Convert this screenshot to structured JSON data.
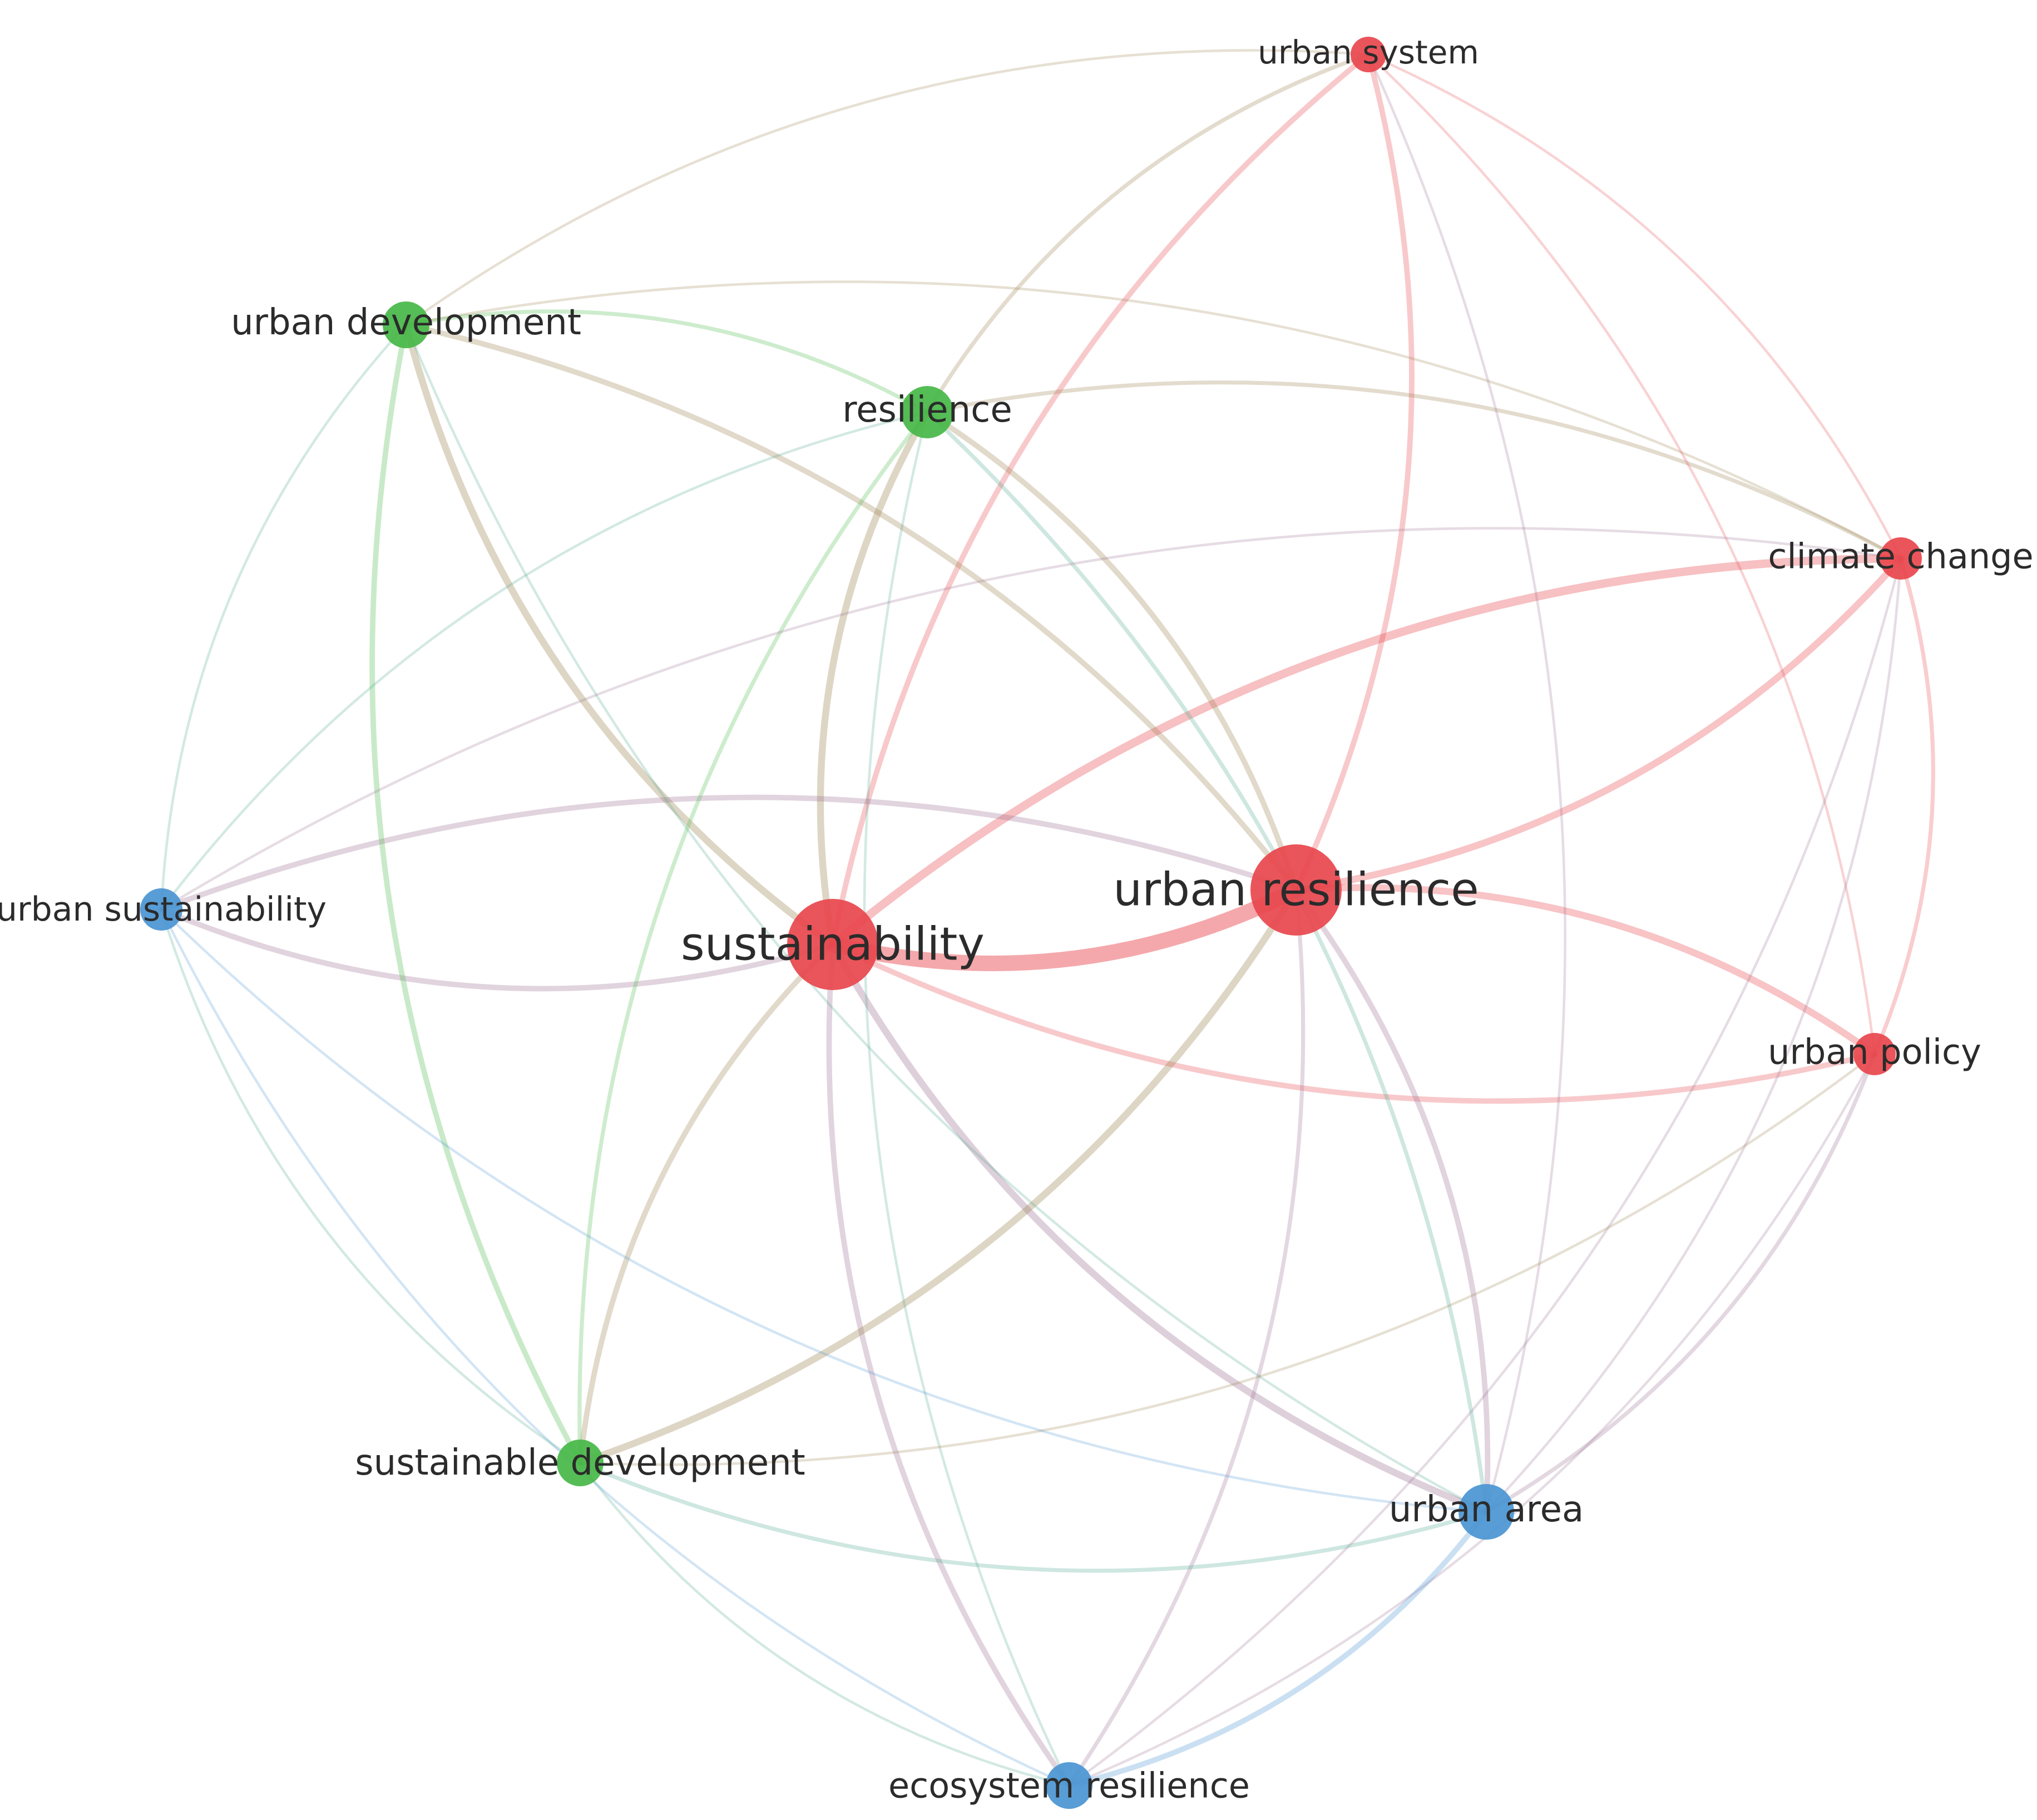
{
  "network": {
    "clusters": {
      "red": "#e8474d",
      "green": "#47b747",
      "blue": "#4a95d3"
    },
    "nodes": [
      {
        "id": "urban_system",
        "label": "urban system",
        "cluster": "red",
        "weight": 1
      },
      {
        "id": "urban_development",
        "label": "urban development",
        "cluster": "green",
        "weight": 2
      },
      {
        "id": "resilience",
        "label": "resilience",
        "cluster": "green",
        "weight": 2.5
      },
      {
        "id": "climate_change",
        "label": "climate change",
        "cluster": "red",
        "weight": 1.6
      },
      {
        "id": "urban_sustainability",
        "label": "urban sustainability",
        "cluster": "blue",
        "weight": 1.6
      },
      {
        "id": "sustainability",
        "label": "sustainability",
        "cluster": "red",
        "weight": 6
      },
      {
        "id": "urban_resilience",
        "label": "urban resilience",
        "cluster": "red",
        "weight": 6
      },
      {
        "id": "urban_policy",
        "label": "urban policy",
        "cluster": "red",
        "weight": 1.6
      },
      {
        "id": "sustainable_development",
        "label": "sustainable development",
        "cluster": "green",
        "weight": 2
      },
      {
        "id": "urban_area",
        "label": "urban area",
        "cluster": "blue",
        "weight": 2.8
      },
      {
        "id": "ecosystem_resilience",
        "label": "ecosystem resilience",
        "cluster": "blue",
        "weight": 2
      }
    ],
    "links": [
      [
        "sustainability",
        "urban_resilience",
        10
      ],
      [
        "sustainability",
        "climate_change",
        5
      ],
      [
        "urban_resilience",
        "climate_change",
        4
      ],
      [
        "sustainability",
        "urban_development",
        4
      ],
      [
        "sustainability",
        "resilience",
        4
      ],
      [
        "sustainability",
        "urban_system",
        3
      ],
      [
        "sustainability",
        "urban_sustainability",
        3
      ],
      [
        "sustainability",
        "sustainable_development",
        3
      ],
      [
        "sustainability",
        "urban_area",
        4
      ],
      [
        "sustainability",
        "ecosystem_resilience",
        3
      ],
      [
        "sustainability",
        "urban_policy",
        3
      ],
      [
        "urban_resilience",
        "urban_policy",
        4
      ],
      [
        "urban_resilience",
        "urban_system",
        3
      ],
      [
        "urban_resilience",
        "resilience",
        3
      ],
      [
        "urban_resilience",
        "urban_development",
        3
      ],
      [
        "urban_resilience",
        "sustainable_development",
        4
      ],
      [
        "urban_resilience",
        "urban_area",
        3
      ],
      [
        "urban_resilience",
        "ecosystem_resilience",
        2
      ],
      [
        "urban_resilience",
        "urban_sustainability",
        3
      ],
      [
        "urban_development",
        "resilience",
        2
      ],
      [
        "urban_development",
        "sustainable_development",
        3
      ],
      [
        "urban_development",
        "urban_area",
        1
      ],
      [
        "urban_development",
        "urban_sustainability",
        1
      ],
      [
        "urban_development",
        "urban_system",
        1
      ],
      [
        "urban_development",
        "climate_change",
        1
      ],
      [
        "resilience",
        "sustainable_development",
        2
      ],
      [
        "resilience",
        "urban_area",
        2
      ],
      [
        "resilience",
        "urban_system",
        2
      ],
      [
        "resilience",
        "climate_change",
        2
      ],
      [
        "resilience",
        "urban_sustainability",
        1
      ],
      [
        "resilience",
        "ecosystem_resilience",
        1
      ],
      [
        "urban_system",
        "climate_change",
        1
      ],
      [
        "urban_system",
        "urban_policy",
        1
      ],
      [
        "urban_system",
        "urban_area",
        1
      ],
      [
        "climate_change",
        "urban_policy",
        2
      ],
      [
        "climate_change",
        "urban_area",
        1
      ],
      [
        "climate_change",
        "ecosystem_resilience",
        1
      ],
      [
        "climate_change",
        "urban_sustainability",
        1
      ],
      [
        "urban_policy",
        "urban_area",
        2
      ],
      [
        "urban_policy",
        "ecosystem_resilience",
        1
      ],
      [
        "urban_policy",
        "sustainable_development",
        1
      ],
      [
        "urban_sustainability",
        "urban_area",
        1
      ],
      [
        "urban_sustainability",
        "ecosystem_resilience",
        1
      ],
      [
        "urban_sustainability",
        "sustainable_development",
        1
      ],
      [
        "sustainable_development",
        "urban_area",
        2
      ],
      [
        "sustainable_development",
        "ecosystem_resilience",
        1
      ],
      [
        "urban_area",
        "ecosystem_resilience",
        3
      ]
    ]
  }
}
